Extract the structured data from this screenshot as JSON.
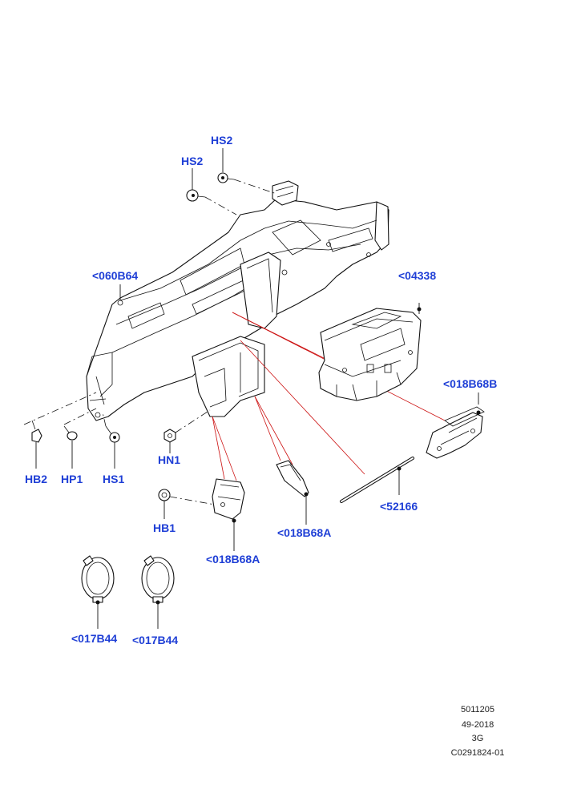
{
  "callouts": {
    "hs2_top": "HS2",
    "hs2_left": "HS2",
    "c060b64": "<060B64",
    "c04338": "<04338",
    "c018b68b": "<018B68B",
    "hb2": "HB2",
    "hp1": "HP1",
    "hs1": "HS1",
    "hn1": "HN1",
    "hb1": "HB1",
    "c52166": "<52166",
    "c018b68a_right": "<018B68A",
    "c018b68a_bottom": "<018B68A",
    "c017b44_left": "<017B44",
    "c017b44_right": "<017B44"
  },
  "reference": {
    "line1": "5011205",
    "line2": "49-2018",
    "line3": "3G",
    "line4": "C0291824-01"
  },
  "colors": {
    "callout": "#1f3fd6",
    "leader_red": "#cc1111",
    "linework": "#111111"
  }
}
